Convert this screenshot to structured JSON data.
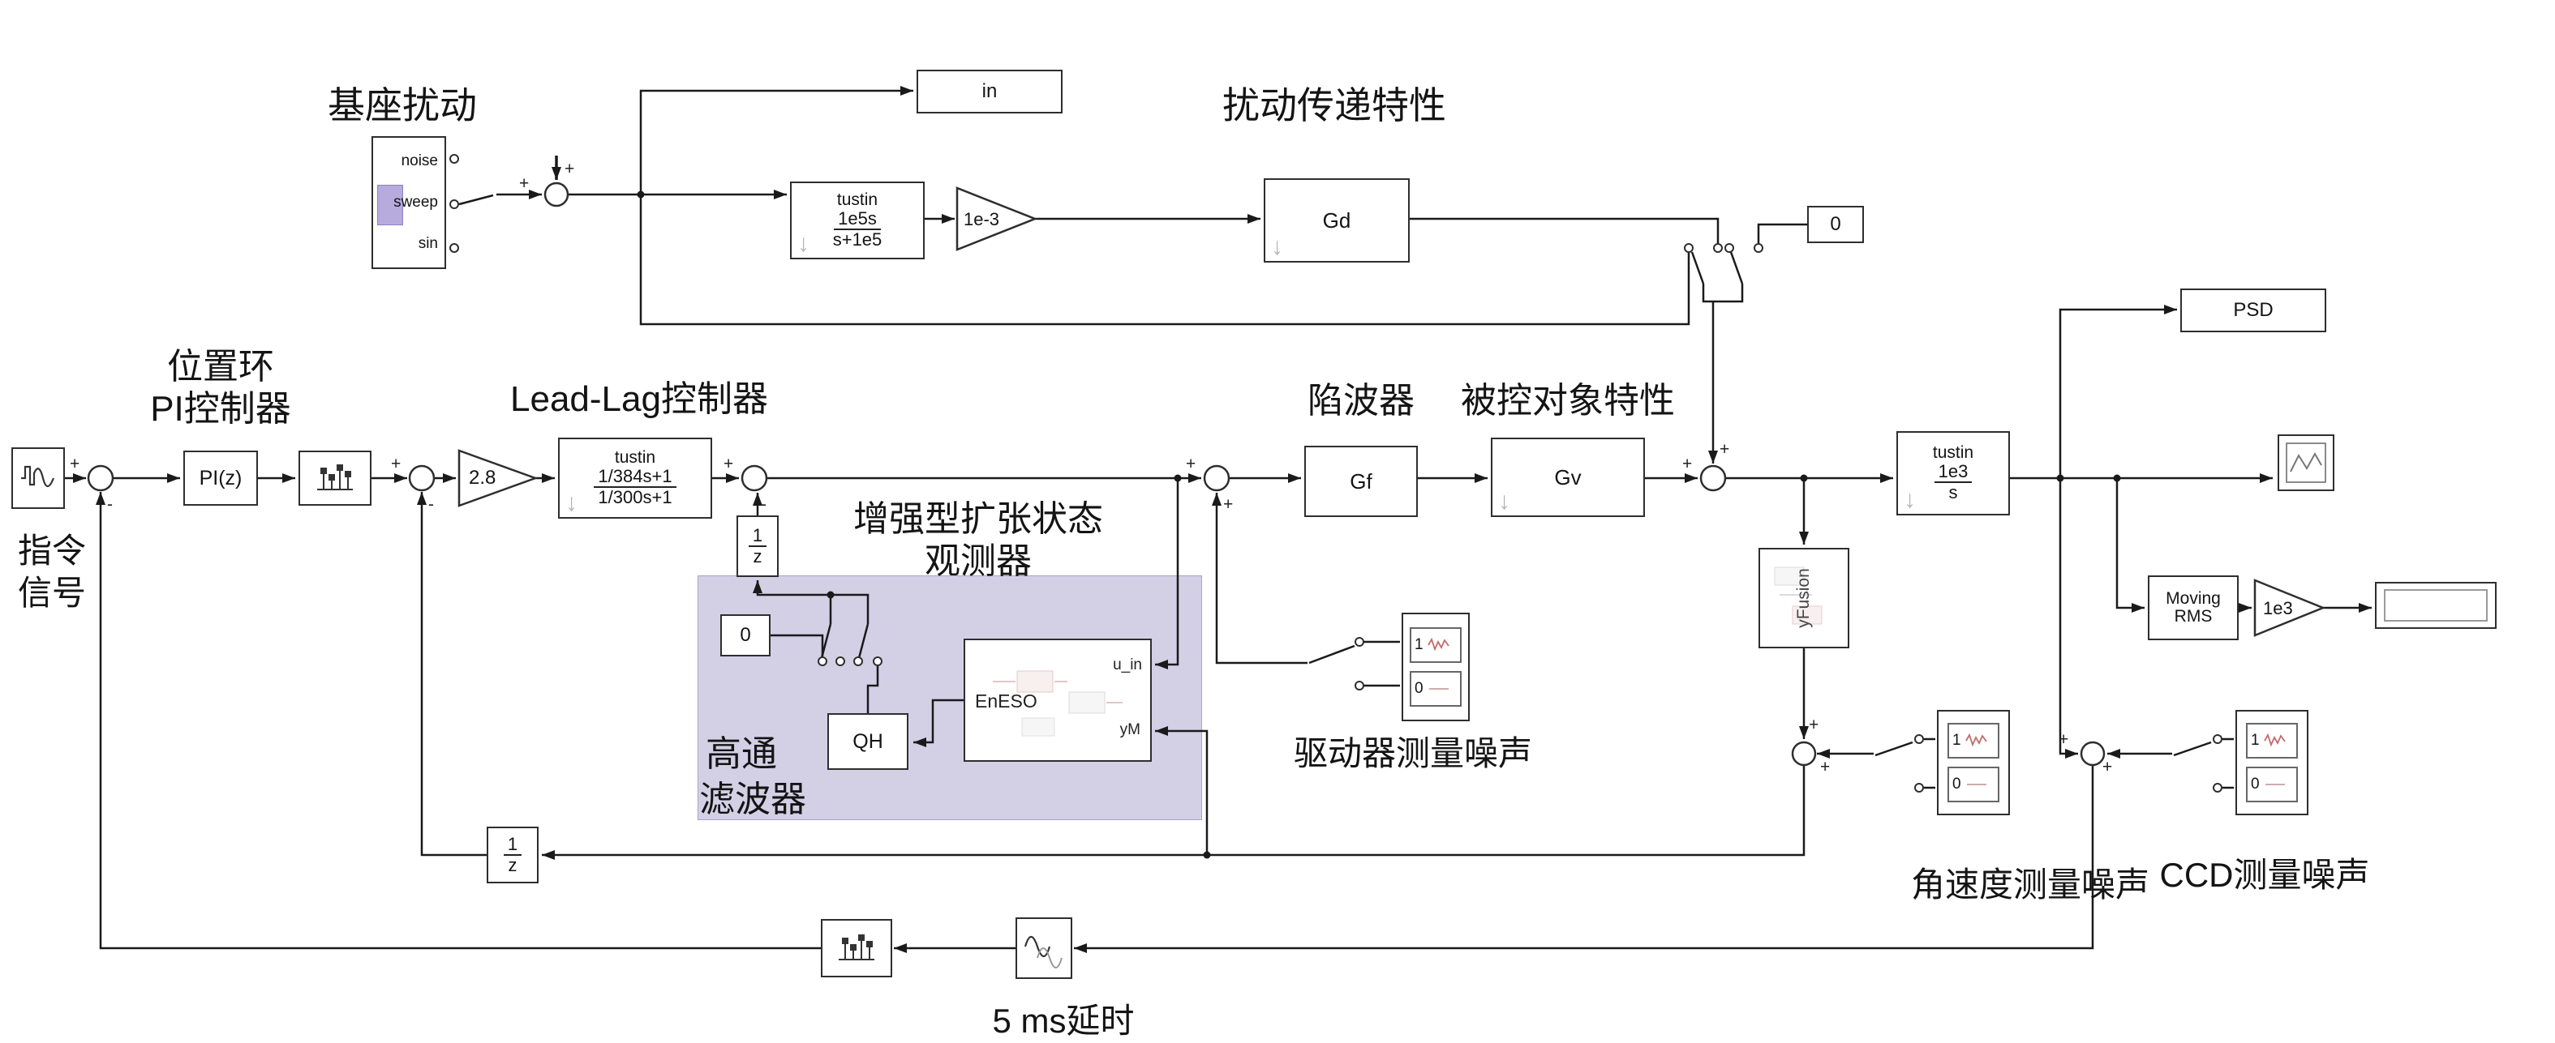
{
  "signs": {
    "plus": "+",
    "minus": "-"
  },
  "icons": {
    "sample_time": "↓"
  },
  "labels": {
    "base_disturbance": "基座扰动",
    "disturbance_transfer": "扰动传递特性",
    "position_loop_1": "位置环",
    "position_loop_2": "PI控制器",
    "leadlag_controller": "Lead-Lag控制器",
    "eso_1": "增强型扩张状态",
    "eso_2": "观测器",
    "highpass_1": "高通",
    "highpass_2": "滤波器",
    "notch": "陷波器",
    "plant": "被控对象特性",
    "driver_noise": "驱动器测量噪声",
    "gyro_noise": "角速度测量噪声",
    "ccd_noise": "CCD测量噪声",
    "delay_5ms": "5 ms延时",
    "command_1": "指令",
    "command_2": "信号"
  },
  "blocks": {
    "source_outputs": {
      "o1": "noise",
      "o2": "sweep",
      "o3": "sin"
    },
    "goto_in": "in",
    "prefilter": {
      "method": "tustin",
      "num": "1e5s",
      "den": "s+1e5"
    },
    "gain_small": "1e-3",
    "gd": "Gd",
    "const_zero_top": "0",
    "psd": "PSD",
    "pi": "PI(z)",
    "gain_28": "2.8",
    "leadlag": {
      "method": "tustin",
      "num": "1/384s+1",
      "den": "1/300s+1"
    },
    "unit_delay": {
      "num": "1",
      "den": "z"
    },
    "const_zero_eso": "0",
    "qh": "QH",
    "eneso": {
      "name": "EnESO",
      "port_u": "u_in",
      "port_y": "yM"
    },
    "gf": "Gf",
    "gv": "Gv",
    "yfusion": "yFusion",
    "integrator": {
      "method": "tustin",
      "num": "1e3",
      "den": "s"
    },
    "moving_rms": {
      "line1": "Moving",
      "line2": "RMS"
    },
    "gain_1e3": "1e3",
    "noise_src": {
      "on": "1",
      "off": "0"
    }
  }
}
